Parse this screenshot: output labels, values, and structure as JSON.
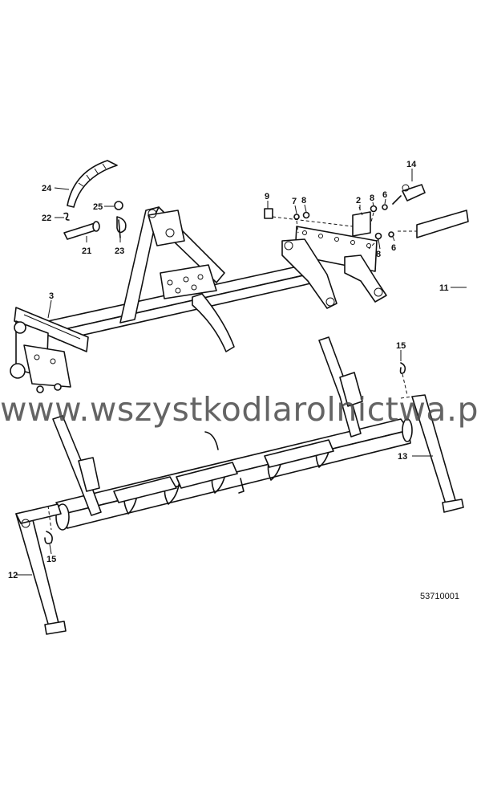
{
  "diagram": {
    "part_labels": [
      "24",
      "25",
      "22",
      "21",
      "23",
      "9",
      "7",
      "8",
      "2",
      "8",
      "6",
      "14",
      "3",
      "8",
      "6",
      "11",
      "15",
      "13",
      "15",
      "12"
    ],
    "drawing_number": "53710001"
  },
  "watermark": "www.wszystkodlarolnictwa.pl"
}
